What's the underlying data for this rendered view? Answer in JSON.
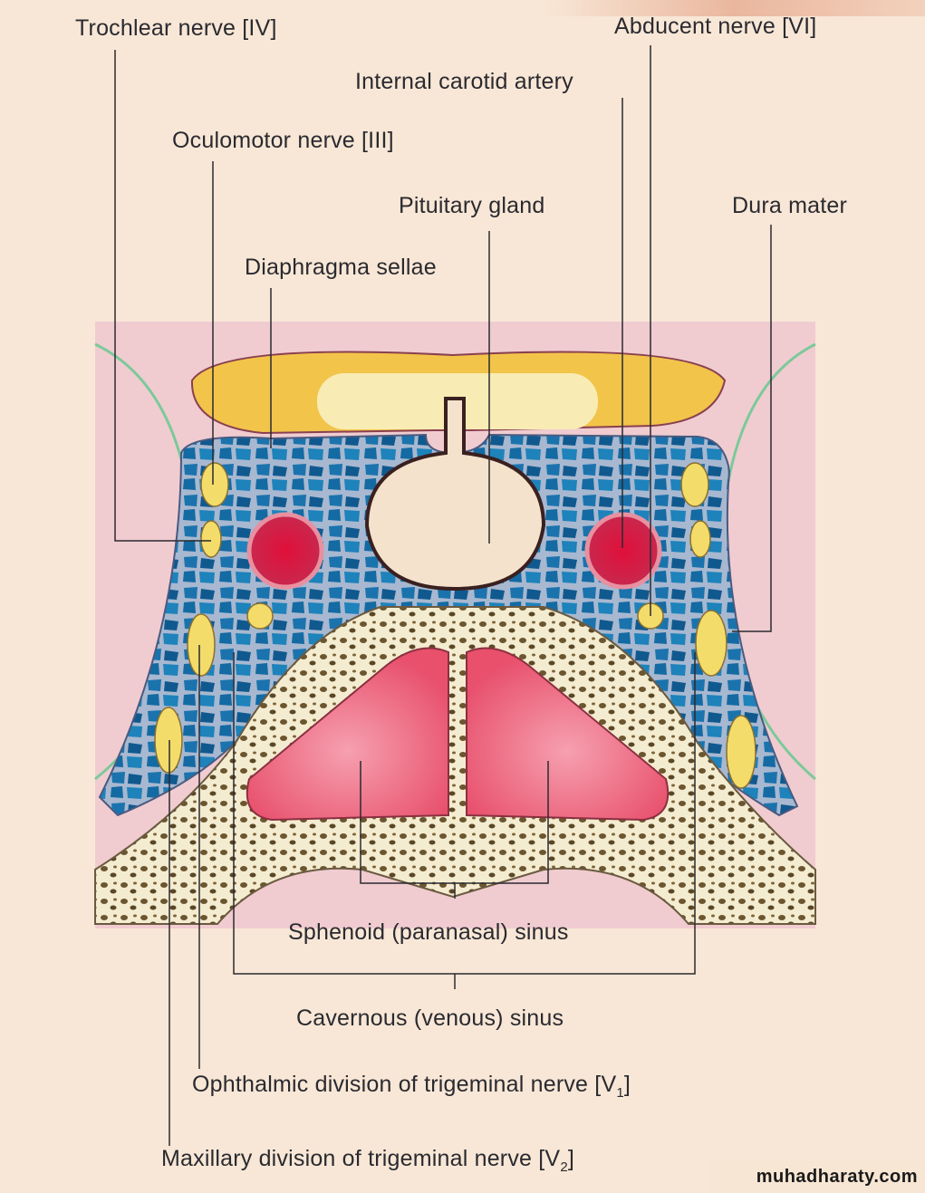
{
  "labels": {
    "trochlear": "Trochlear nerve [IV]",
    "abducent": "Abducent nerve  [VI]",
    "carotid": "Internal carotid artery",
    "oculomotor": "Oculomotor nerve [III]",
    "pituitary": "Pituitary gland",
    "dura": "Dura mater",
    "diaphragma": "Diaphragma sellae",
    "sphenoid": "Sphenoid (paranasal) sinus",
    "cavernous": "Cavernous (venous) sinus",
    "ophthalmic": {
      "text": "Ophthalmic division of trigeminal nerve [V",
      "sub": "1",
      "end": "]"
    },
    "maxillary": {
      "text": "Maxillary division of trigeminal nerve [V",
      "sub": "2",
      "end": "]"
    }
  },
  "watermark": "muhadharaty.com",
  "colors": {
    "paper": "#f8e7d6",
    "venous": "#1f6fa8",
    "artery": "#d8284a",
    "nerve": "#f2dc6a",
    "sinus": "#ec6a80"
  }
}
